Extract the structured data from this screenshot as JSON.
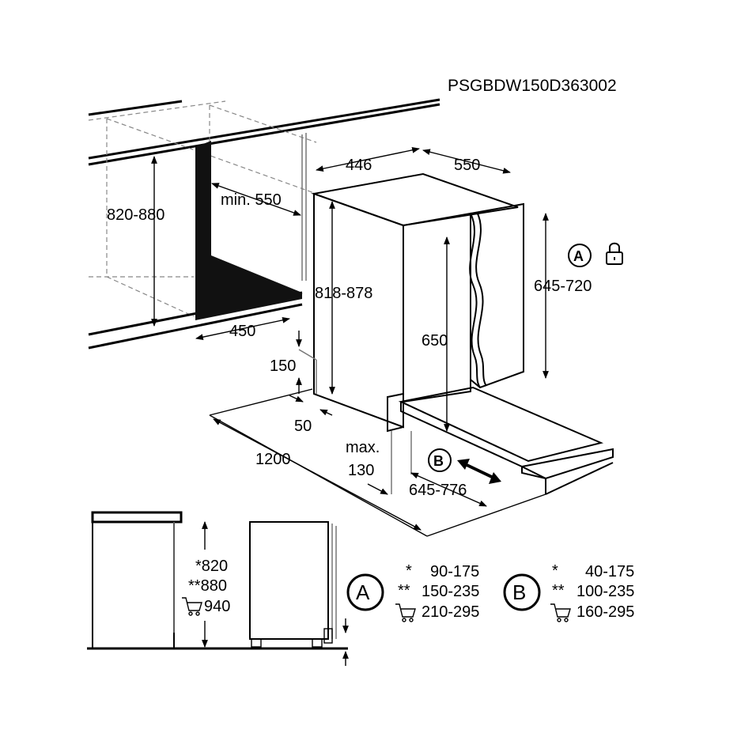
{
  "model_code": "PSGBDW150D363002",
  "dimensions": {
    "niche_height": "820-880",
    "min_depth": "min. 550",
    "niche_depth": "450",
    "appliance_height": "818-878",
    "width": "446",
    "depth": "550",
    "door_height_range": "645-720",
    "door_height": "650",
    "plinth_height": "150",
    "plinth_recess": "50",
    "door_open": "1200",
    "max_label": "max.",
    "max_value": "130",
    "plinth_range": "645-776"
  },
  "markers": {
    "a": "A",
    "b": "B"
  },
  "side_view": {
    "h1": "*820",
    "h2": "**880",
    "h3": "940"
  },
  "table_a": {
    "label": "A",
    "rows": [
      {
        "mark": "*",
        "value": "90-175"
      },
      {
        "mark": "**",
        "value": "150-235"
      },
      {
        "mark": "",
        "value": "210-295"
      }
    ]
  },
  "table_b": {
    "label": "B",
    "rows": [
      {
        "mark": "*",
        "value": "40-175"
      },
      {
        "mark": "**",
        "value": "100-235"
      },
      {
        "mark": "",
        "value": "160-295"
      }
    ]
  },
  "icons": [
    "lock-icon",
    "cart-icon",
    "double-arrow-icon"
  ]
}
